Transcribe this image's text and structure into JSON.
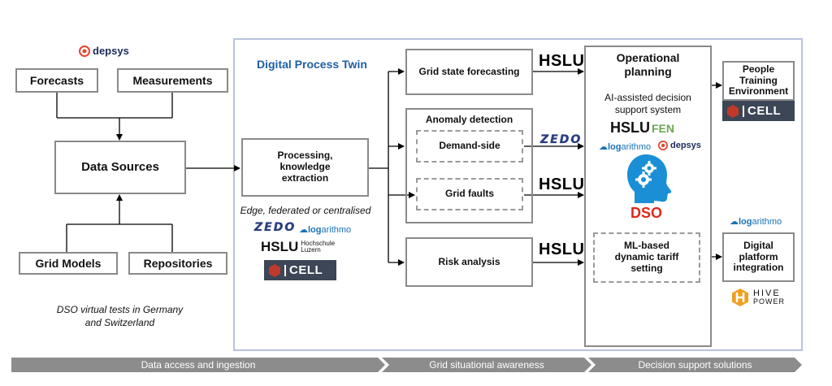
{
  "logos": {
    "depsys": "depsys",
    "hslu": "HSLU",
    "hslu_fen": "FEN",
    "hslu_sub": "Hochschule Luzern",
    "logarithmo_a": "log",
    "logarithmo_b": "arithmo",
    "zedo": "ZEDO",
    "cell": "CELL",
    "hive_top": "HIVE",
    "hive_bottom": "POWER"
  },
  "left": {
    "forecasts": "Forecasts",
    "measurements": "Measurements",
    "data_sources": "Data Sources",
    "grid_models": "Grid Models",
    "repositories": "Repositories",
    "note": "DSO virtual tests in Germany and Switzerland"
  },
  "twin": {
    "title": "Digital Process Twin",
    "processing": "Processing, knowledge extraction",
    "edge_note": "Edge, federated or centralised",
    "grid_state": "Grid state forecasting",
    "anomaly_title": "Anomaly detection",
    "demand_side": "Demand-side",
    "grid_faults": "Grid faults",
    "risk": "Risk analysis"
  },
  "ops": {
    "title": "Operational planning",
    "ai_support": "AI-assisted decision support system",
    "dso": "DSO",
    "ml_tariff": "ML-based dynamic tariff setting"
  },
  "right": {
    "people": "People Training Environment",
    "digital": "Digital platform integration"
  },
  "banners": {
    "b1": "Data access and ingestion",
    "b2": "Grid situational awareness",
    "b3": "Decision support solutions"
  },
  "colors": {
    "twin_title": "#1f5fa3",
    "dso": "#e0271a",
    "head_icon": "#1a8fd6",
    "banner": "#8c8c8c",
    "cell": "#3c4656",
    "depsys": "#e8452c",
    "hive": "#f0a020"
  }
}
